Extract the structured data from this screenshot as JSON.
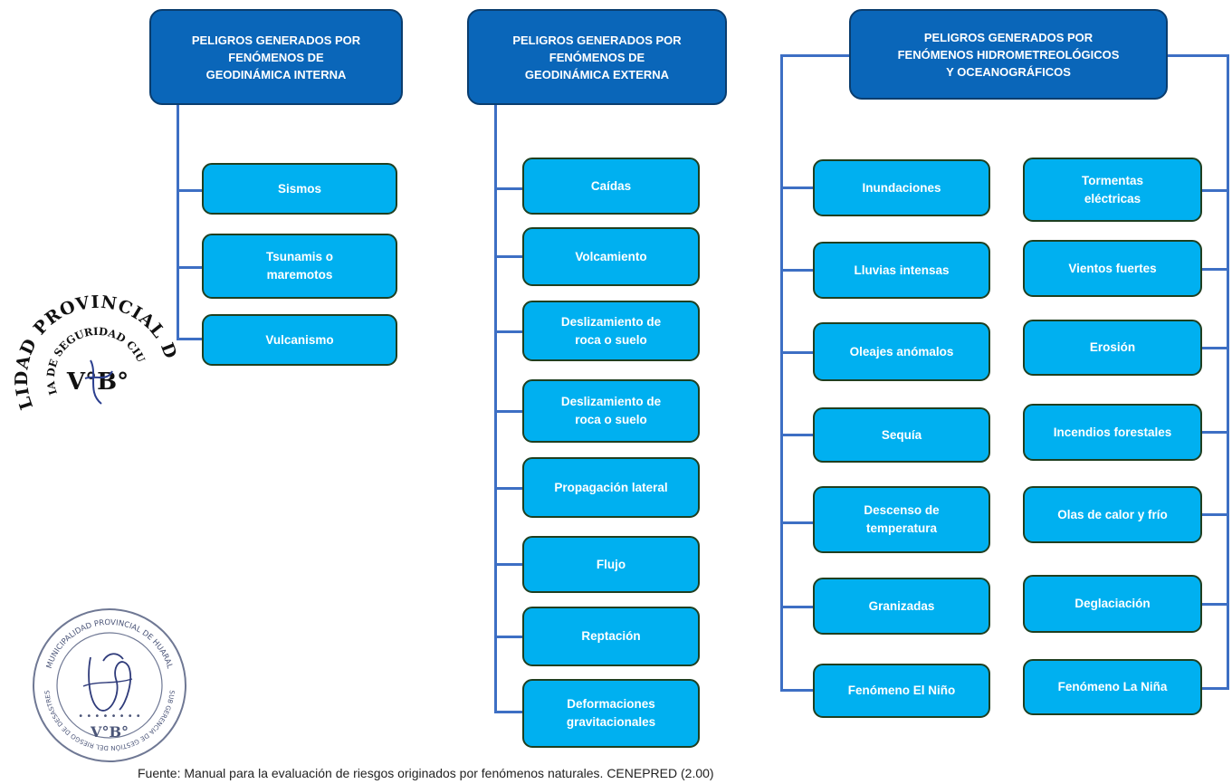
{
  "columns": [
    {
      "header": "PELIGROS GENERADOS POR\nFENÓMENOS DE\nGEODINÁMICA INTERNA",
      "items": [
        "Sismos",
        "Tsunamis o\nmaremotos",
        "Vulcanismo"
      ]
    },
    {
      "header": "PELIGROS GENERADOS POR\nFENÓMENOS DE\nGEODINÁMICA EXTERNA",
      "items": [
        "Caídas",
        "Volcamiento",
        "Deslizamiento de\nroca o suelo",
        "Deslizamiento de\nroca o suelo",
        "Propagación lateral",
        "Flujo",
        "Reptación",
        "Deformaciones\ngravitacionales"
      ]
    },
    {
      "header": "PELIGROS GENERADOS POR\nFENÓMENOS HIDROMETREOLÓGICOS\nY OCEANOGRÁFICOS",
      "items_left": [
        "Inundaciones",
        "Lluvias intensas",
        "Oleajes anómalos",
        "Sequía",
        "Descenso de\ntemperatura",
        "Granizadas",
        "Fenómeno El Niño"
      ],
      "items_right": [
        "Tormentas\neléctricas",
        "Vientos fuertes",
        "Erosión",
        "Incendios forestales",
        "Olas de calor y frío",
        "Deglaciación",
        "Fenómeno La Niña"
      ]
    }
  ],
  "stamps": {
    "stamp1": {
      "outer_text": "MUNICIPALIDAD PROVINCIAL DE HUARAL",
      "inner_text": "GERENCIA DE SEGURIDAD CIUDADANA",
      "center_text": "V°B°"
    },
    "stamp2": {
      "outer_text": "MUNICIPALIDAD PROVINCIAL DE HUARAL",
      "inner_text": "SUB GERENCIA DE GESTIÓN DEL RIESGO DE DESASTRES",
      "center_text": "V°B°"
    }
  },
  "caption": "Fuente: Manual para la evaluación de riesgos originados por fenómenos naturales. CENEPRED (2.00)"
}
